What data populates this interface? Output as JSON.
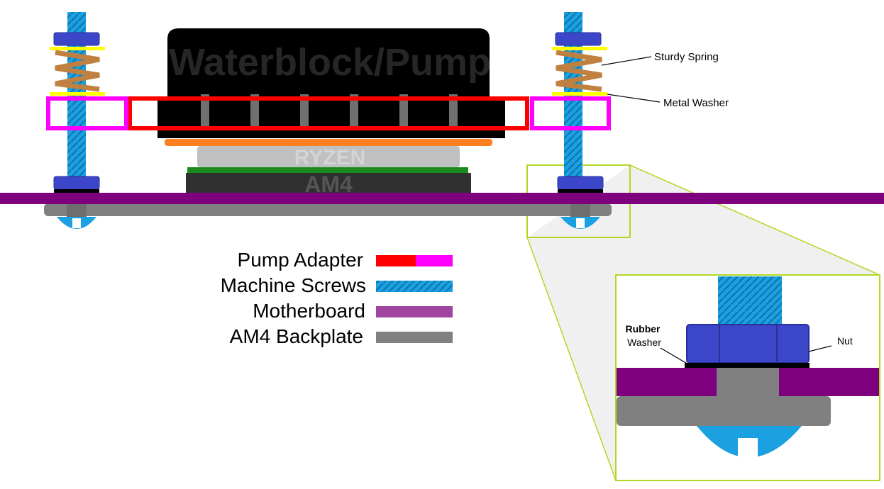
{
  "waterblock_label": "Waterblock/Pump",
  "cpu_label": "RYZEN",
  "socket_label": "AM4",
  "callouts": {
    "spring": "Sturdy Spring",
    "washer": "Metal Washer",
    "rubber_bold": "Rubber",
    "rubber_rest": "Washer",
    "nut": "Nut"
  },
  "legend": [
    {
      "label": "Pump Adapter",
      "colors": [
        "#ff0000",
        "#ff00ff"
      ]
    },
    {
      "label": "Machine Screws",
      "colors": [
        "#1ba1e2"
      ]
    },
    {
      "label": "Motherboard",
      "colors": [
        "#a046a0"
      ]
    },
    {
      "label": "AM4 Backplate",
      "colors": [
        "#808080"
      ]
    }
  ],
  "colors": {
    "pump_adapter": "#ff0000",
    "adapter_side": "#ff00ff",
    "screw": "#1ba1e2",
    "nut": "#3c46c8",
    "motherboard": "#7f007f",
    "backplate": "#808080",
    "spring": "#c08040",
    "metal_washer": "#ffff00",
    "thermal_paste": "#ff8020",
    "cpu": "#c0c0c0",
    "socket_pcb": "#1a8a1a",
    "socket": "#303030",
    "zoom_outline": "#b0d820"
  }
}
